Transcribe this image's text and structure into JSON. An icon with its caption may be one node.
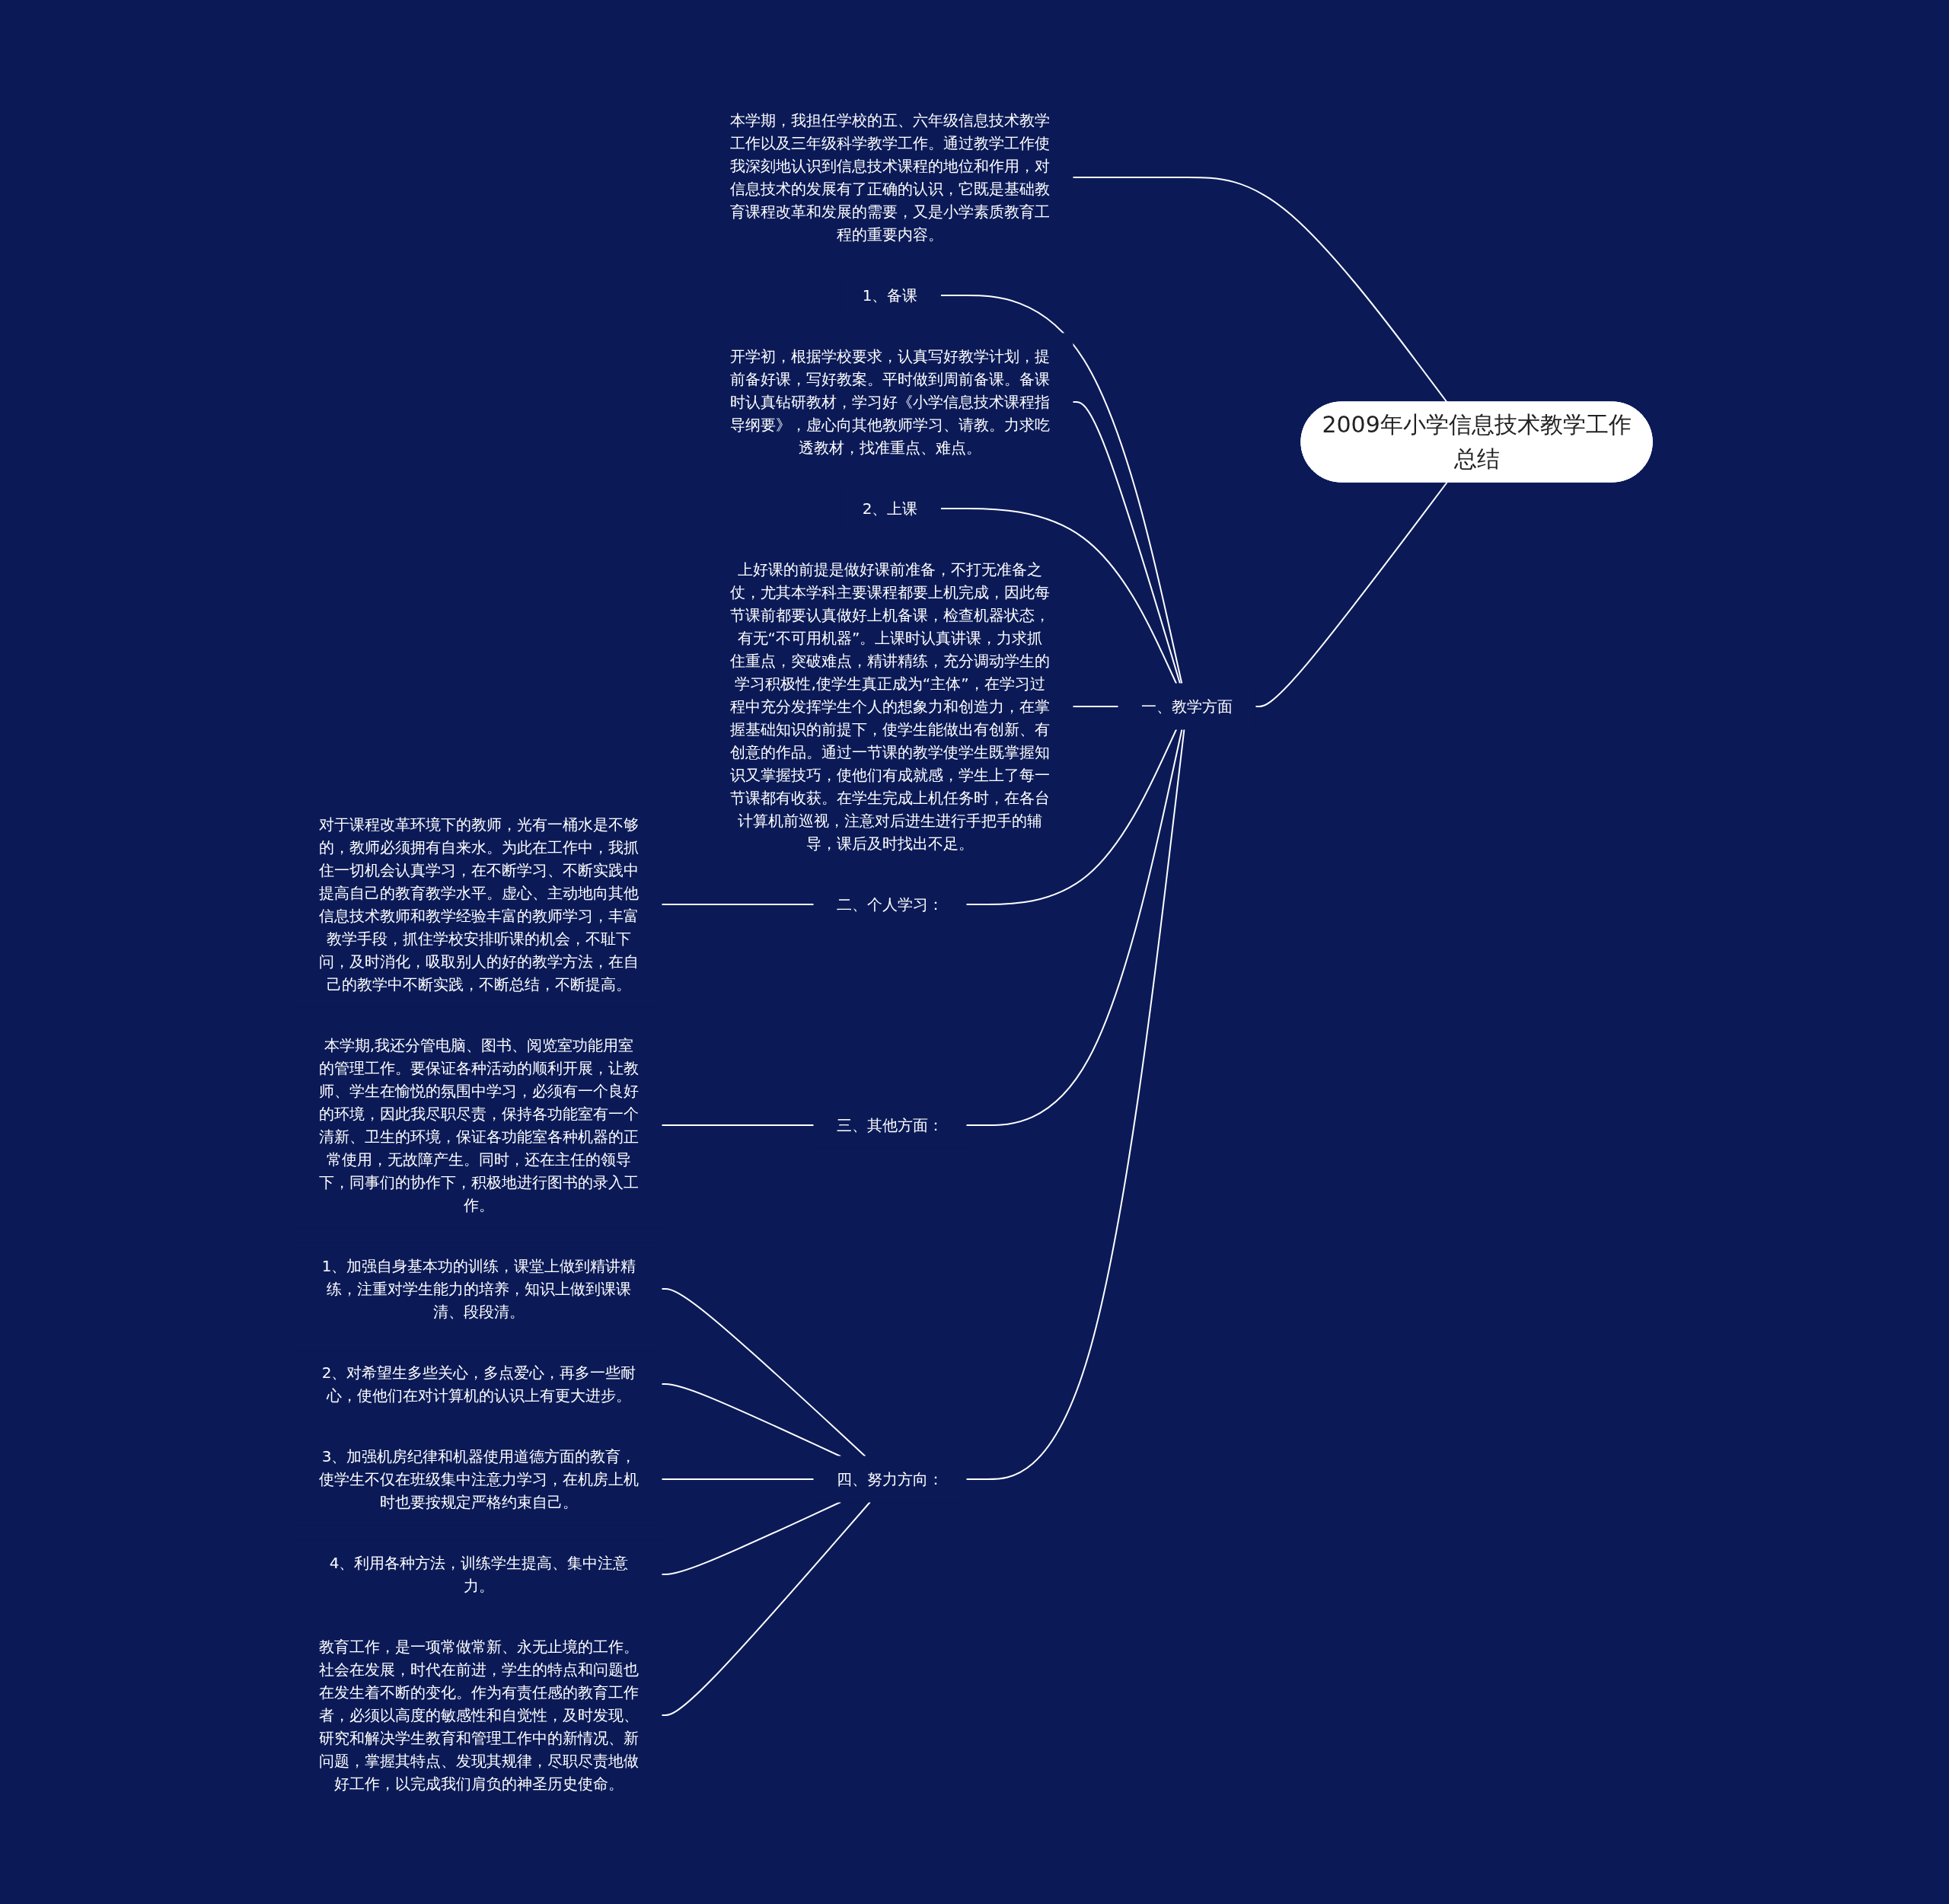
{
  "diagram": {
    "nodes": [
      {
        "text": [
          "2009年小学信息技术教学工作总结"
        ]
      },
      {
        "text": [
          "本学期，我担任学校的五、六年级信息技术教学工作以及三年级科学教学工作。通过教学工作使我深刻地认识到信息技术课程的地位和作用，对信息技术的发展有了正确的认识，它既是基础教育课程改革和发展的需要，又是小学素质教育工程的重要内容。"
        ]
      },
      {
        "text": [
          "一、教学方面"
        ]
      },
      {
        "text": [
          "1、备课"
        ]
      },
      {
        "text": [
          "开学初，根据学校要求，认真写好教学计划，提前备好课，写好教案。平时做到周前备课。备课时认真钻研教材，学习好《小学信息技术课程指导纲要》，虚心向其他教师学习、请教。力求吃透教材，找准重点、难点。"
        ]
      },
      {
        "text": [
          "2、上课"
        ]
      },
      {
        "text": [
          "上好课的前提是做好课前准备，不打无准备之仗，尤其本学科主要课程都要上机完成，因此每节课前都要认真做好上机备课，检查机器状态，有无“不可用机器”。上课时认真讲课，力求抓住重点，突破难点，精讲精练，充分调动学生的学习积极性,使学生真正成为“主体”，在学习过程中充分发挥学生个人的想象力和创造力，在掌握基础知识的前提下，使学生能做出有创新、有创意的作品。通过一节课的教学使学生既掌握知识又掌握技巧，使他们有成就感，学生上了每一节课都有收获。在学生完成上机任务时，在各台计算机前巡视，注意对后进生进行手把手的辅导，课后及时找出不足。"
        ]
      },
      {
        "text": [
          "二、个人学习："
        ]
      },
      {
        "text": [
          "对于课程改革环境下的教师，光有一桶水是不够的，教师必须拥有自来水。为此在工作中，我抓住一切机会认真学习，在不断学习、不断实践中提高自己的教育教学水平。虚心、主动地向其他信息技术教师和教学经验丰富的教师学习，丰富教学手段，抓住学校安排听课的机会，不耻下问，及时消化，吸取别人的好的教学方法，在自己的教学中不断实践，不断总结，不断提高。"
        ]
      },
      {
        "text": [
          "三、其他方面："
        ]
      },
      {
        "text": [
          "本学期,我还分管电脑、图书、阅览室功能用室的管理工作。要保证各种活动的顺利开展，让教师、学生在愉悦的氛围中学习，必须有一个良好的环境，因此我尽职尽责，保持各功能室有一个清新、卫生的环境，保证各功能室各种机器的正常使用，无故障产生。同时，还在主任的领导下，同事们的协作下，积极地进行图书的录入工作。"
        ]
      },
      {
        "text": [
          "四、努力方向："
        ]
      },
      {
        "text": [
          "1、加强自身基本功的训练，课堂上做到精讲精练，注重对学生能力的培养，知识上做到课课清、段段清。"
        ]
      },
      {
        "text": [
          "2、对希望生多些关心，多点爱心，再多一些耐心，使他们在对计算机的认识上有更大进步。"
        ]
      },
      {
        "text": [
          "3、加强机房纪律和机器使用道德方面的教育，使学生不仅在班级集中注意力学习，在机房上机时也要按规定严格约束自己。"
        ]
      },
      {
        "text": [
          "4、利用各种方法，训练学生提高、集中注意力。"
        ]
      },
      {
        "text": [
          "教育工作，是一项常做常新、永无止境的工作。社会在发展，时代在前进，学生的特点和问题也在发生着不断的变化。作为有责任感的教育工作者，必须以高度的敏感性和自觉性，及时发现、研究和解决学生教育和管理工作中的新情况、新问题，掌握其特点、发现其规律，尽职尽责地做好工作，以完成我们肩负的神圣历史使命。"
        ]
      }
    ],
    "edges": [
      {
        "from": 0,
        "to": 1,
        "arrow": "none"
      },
      {
        "from": 0,
        "to": 2,
        "arrow": "none"
      },
      {
        "from": 2,
        "to": 3,
        "arrow": "none"
      },
      {
        "from": 2,
        "to": 4,
        "arrow": "none"
      },
      {
        "from": 2,
        "to": 5,
        "arrow": "none"
      },
      {
        "from": 2,
        "to": 6,
        "arrow": "none"
      },
      {
        "from": 2,
        "to": 7,
        "arrow": "none"
      },
      {
        "from": 2,
        "to": 9,
        "arrow": "none"
      },
      {
        "from": 2,
        "to": 11,
        "arrow": "none"
      },
      {
        "from": 7,
        "to": 8,
        "arrow": "none"
      },
      {
        "from": 9,
        "to": 10,
        "arrow": "none"
      },
      {
        "from": 11,
        "to": 12,
        "arrow": "none"
      },
      {
        "from": 11,
        "to": 13,
        "arrow": "none"
      },
      {
        "from": 11,
        "to": 14,
        "arrow": "none"
      },
      {
        "from": 11,
        "to": 15,
        "arrow": "none"
      },
      {
        "from": 11,
        "to": 16,
        "arrow": "none"
      }
    ]
  }
}
